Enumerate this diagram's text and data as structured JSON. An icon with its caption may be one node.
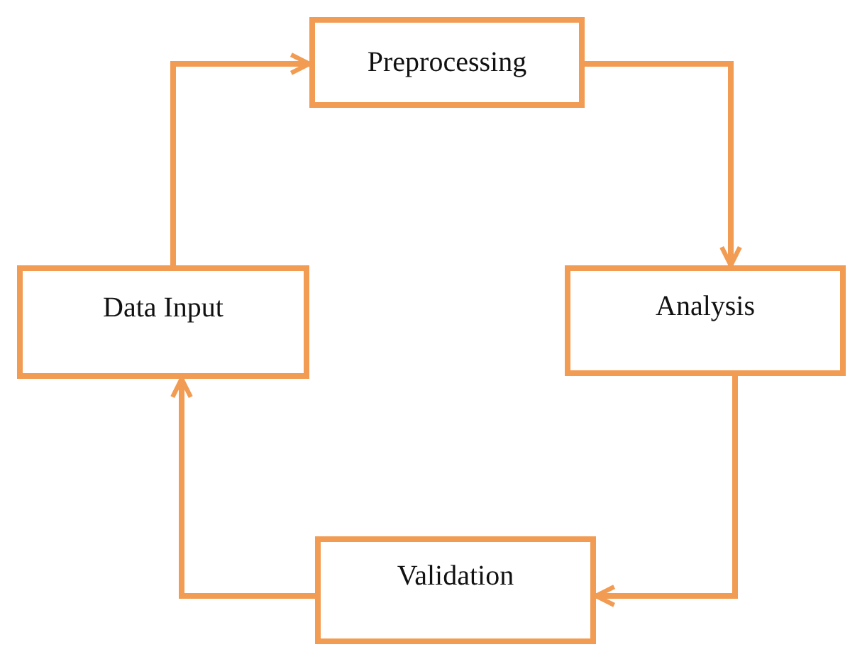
{
  "diagram": {
    "nodes": [
      {
        "text": [
          "Preprocessing"
        ]
      },
      {
        "text": [
          "Data Input"
        ]
      },
      {
        "text": [
          "Analysis"
        ]
      },
      {
        "text": [
          "Validation"
        ]
      }
    ],
    "edges": [
      {
        "from": 1,
        "to": 0,
        "arrow": "to"
      },
      {
        "from": 0,
        "to": 2,
        "arrow": "to"
      },
      {
        "from": 2,
        "to": 3,
        "arrow": "to"
      },
      {
        "from": 3,
        "to": 1,
        "arrow": "to"
      }
    ]
  }
}
